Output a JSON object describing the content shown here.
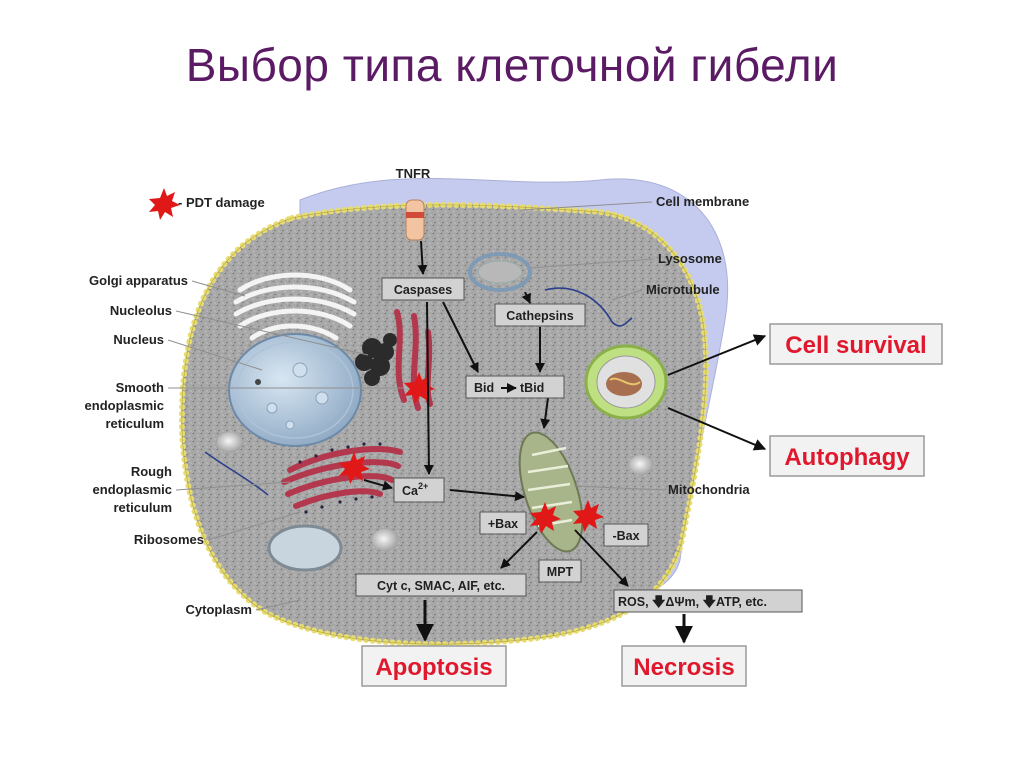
{
  "title": "Выбор типа клеточной гибели",
  "legend": {
    "icon": "starburst-icon",
    "text": "- PDT damage"
  },
  "left_labels": {
    "golgi": "Golgi apparatus",
    "nucleolus": "Nucleolus",
    "nucleus": "Nucleus",
    "ser_1": "Smooth",
    "ser_2": "endoplasmic",
    "ser_3": "reticulum",
    "rer_1": "Rough",
    "rer_2": "endoplasmic",
    "rer_3": "reticulum",
    "ribosomes": "Ribosomes",
    "cytoplasm": "Cytoplasm"
  },
  "top_label": "TNFR",
  "right_labels": {
    "cell_membrane": "Cell membrane",
    "lysosome": "Lysosome",
    "microtubule": "Microtubule",
    "mitochondria": "Mitochondria"
  },
  "pathway": {
    "caspases": "Caspases",
    "cathepsins": "Cathepsins",
    "bid": "Bid",
    "tbid": "tBid",
    "ca": "Ca",
    "ca_sup": "2+",
    "plus_bax": "+Bax",
    "minus_bax": "-Bax",
    "mpt": "MPT",
    "cytc": "Cyt c, SMAC, AIF, etc.",
    "ros": "ROS, ",
    "dpsi": "ΔΨm, ",
    "atp": "ATP, etc."
  },
  "outcomes": {
    "cell_survival": "Cell survival",
    "autophagy": "Autophagy",
    "apoptosis": "Apoptosis",
    "necrosis": "Necrosis"
  },
  "colors": {
    "title": "#5b1a64",
    "outcome_text": "#e0182d",
    "cytoplasm": "#a6a6a6",
    "membrane_bead": "#e7dc73",
    "background_cell": "#c5cbee"
  }
}
